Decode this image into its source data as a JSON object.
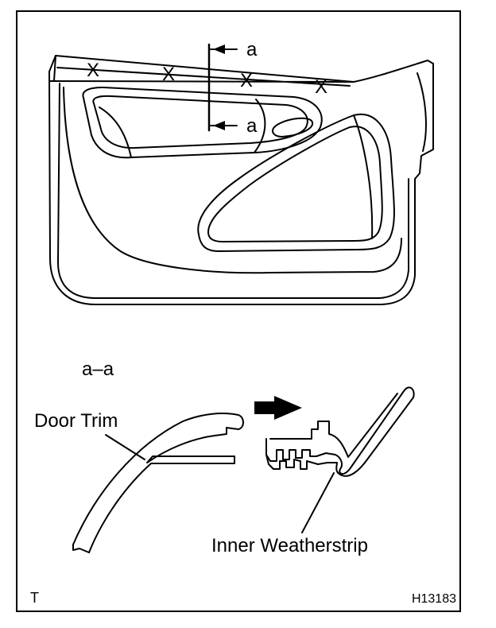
{
  "labels": {
    "section_marker": "a",
    "section_title": "a–a",
    "door_trim": "Door Trim",
    "inner_weatherstrip": "Inner Weatherstrip",
    "corner_left": "T",
    "figure_code": "H13183"
  },
  "clip_mark": "X",
  "clip_count": 4,
  "colors": {
    "ink": "#000000",
    "paper": "#ffffff"
  }
}
